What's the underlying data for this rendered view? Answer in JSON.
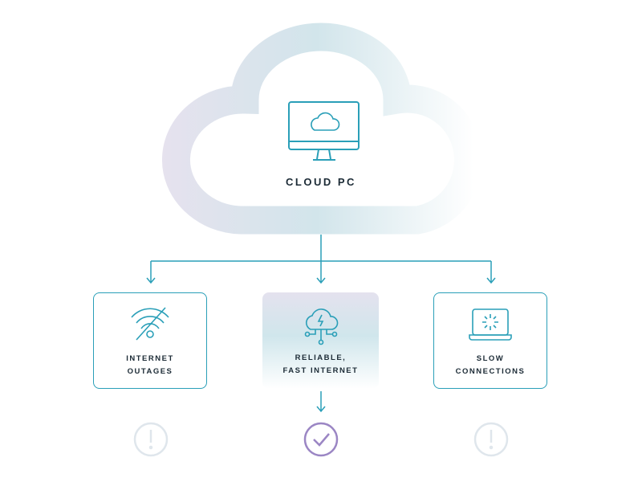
{
  "cloud": {
    "title": "CLOUD PC",
    "icon": "monitor-cloud-icon"
  },
  "options": [
    {
      "line1": "INTERNET",
      "line2": "OUTAGES",
      "icon": "wifi-off-icon",
      "result": "warning"
    },
    {
      "line1": "RELIABLE,",
      "line2": "FAST INTERNET",
      "icon": "cloud-network-icon",
      "result": "check"
    },
    {
      "line1": "SLOW",
      "line2": "CONNECTIONS",
      "icon": "laptop-loading-icon",
      "result": "warning"
    }
  ],
  "colors": {
    "accent": "#2a9fb8",
    "success": "#9b86c4",
    "muted": "#dfe6ec"
  }
}
